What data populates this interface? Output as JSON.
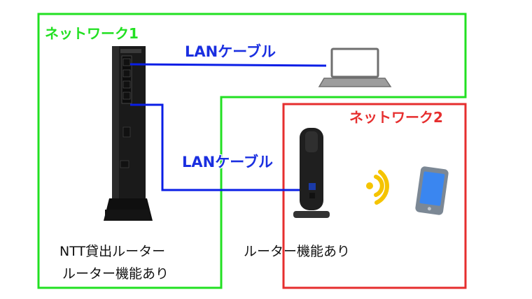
{
  "networks": {
    "network1": {
      "label": "ネットワーク1",
      "color": "#22e022"
    },
    "network2": {
      "label": "ネットワーク2",
      "color": "#e62e2e"
    }
  },
  "cables": {
    "top_label": "LANケーブル",
    "bottom_label": "LANケーブル",
    "color": "#0a1ee6"
  },
  "devices": {
    "ntt_router": {
      "line1": "NTT貸出ルーター",
      "line2": "ルーター機能あり"
    },
    "home_router": {
      "line1": "ルーター機能あり"
    },
    "icons": [
      "router-icon",
      "laptop-icon",
      "wifi-icon",
      "smartphone-icon"
    ]
  }
}
